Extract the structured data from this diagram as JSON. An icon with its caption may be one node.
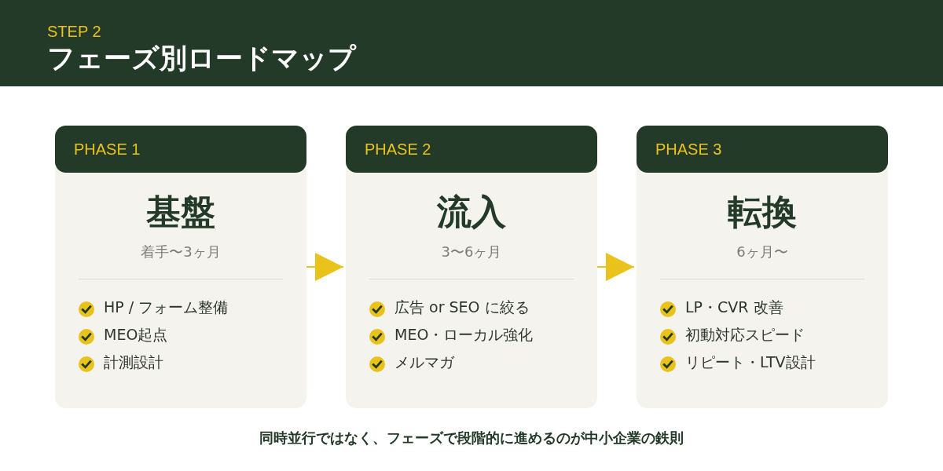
{
  "diagram": {
    "title": "フェーズ別ロードマップ",
    "caption": "同時並行ではなく、フェーズで段階的に進めるのが中小企業の鉄則",
    "nodes": [
      {
        "text": [
          "PHASE 1",
          "基盤",
          "着手〜3ヶ月",
          "HP / フォーム整備",
          "MEO起点",
          "計測設計"
        ]
      },
      {
        "text": [
          "PHASE 2",
          "流入",
          "3〜6ヶ月",
          "広告 or SEO に絞る",
          "MEO・ローカル強化",
          "メルマガ"
        ]
      },
      {
        "text": [
          "PHASE 3",
          "転換",
          "6ヶ月〜",
          "LP・CVR 改善",
          "初動対応スピード",
          "リピート・LTV設計"
        ]
      }
    ],
    "edges": [
      {
        "from": 0,
        "to": 1,
        "arrow": "to"
      },
      {
        "from": 1,
        "to": 2,
        "arrow": "to"
      }
    ],
    "labels": [
      "STEP 2"
    ]
  }
}
